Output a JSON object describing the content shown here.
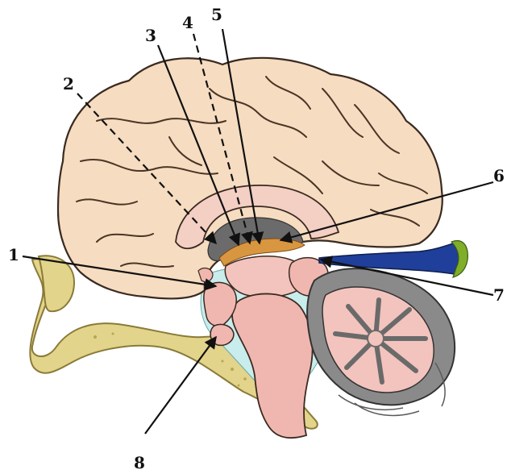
{
  "labels": {
    "l1": "1",
    "l2": "2",
    "l3": "3",
    "l4": "4",
    "l5": "5",
    "l6": "6",
    "l7": "7",
    "l8": "8"
  },
  "colors": {
    "cortex": "#f6dcc0",
    "cortex_outline": "#3a2a20",
    "sulcus": "#4a3526",
    "brainstem": "#f0b7b0",
    "ventricle_fluid": "#c9ecec",
    "bone": "#e2d48a",
    "bone_outline": "#8a7a38",
    "cerebellum_gray": "#8a8a8a",
    "cerebellum_white": "#f3c3bd",
    "sinus_blue": "#1f3f9a",
    "sinus_green": "#7fae2a",
    "fornix_orange": "#d99640",
    "callosum_pink": "#f3cfc4",
    "pointer": "#111111"
  }
}
